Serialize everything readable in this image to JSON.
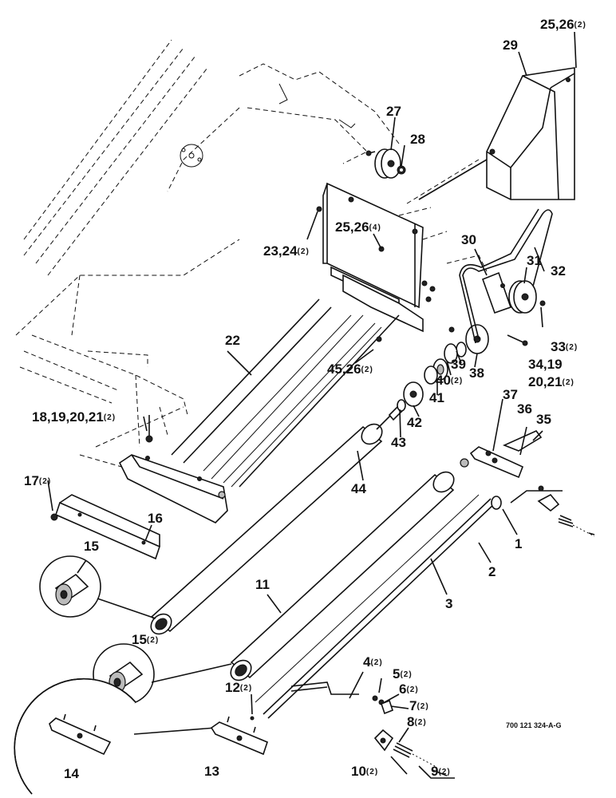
{
  "drawing_code": "700 121 324-A-G",
  "callouts": {
    "c1": {
      "num": "1",
      "qty": ""
    },
    "c2": {
      "num": "2",
      "qty": ""
    },
    "c3": {
      "num": "3",
      "qty": ""
    },
    "c4": {
      "num": "4",
      "qty": "(2)"
    },
    "c5": {
      "num": "5",
      "qty": "(2)"
    },
    "c6": {
      "num": "6",
      "qty": "(2)"
    },
    "c7": {
      "num": "7",
      "qty": "(2)"
    },
    "c8": {
      "num": "8",
      "qty": "(2)"
    },
    "c9": {
      "num": "9",
      "qty": "(2)"
    },
    "c10": {
      "num": "10",
      "qty": "(2)"
    },
    "c11": {
      "num": "11",
      "qty": ""
    },
    "c12": {
      "num": "12",
      "qty": "(2)"
    },
    "c13": {
      "num": "13",
      "qty": ""
    },
    "c14": {
      "num": "14",
      "qty": ""
    },
    "c15a": {
      "num": "15",
      "qty": ""
    },
    "c15b": {
      "num": "15",
      "qty": "(2)"
    },
    "c16": {
      "num": "16",
      "qty": ""
    },
    "c17": {
      "num": "17",
      "qty": "(2)"
    },
    "c18": {
      "num": "18,19,20,21",
      "qty": "(2)"
    },
    "c22": {
      "num": "22",
      "qty": ""
    },
    "c23": {
      "num": "23,24",
      "qty": "(2)"
    },
    "c25a": {
      "num": "25,26",
      "qty": "(2)"
    },
    "c25b": {
      "num": "25,26",
      "qty": "(4)"
    },
    "c27": {
      "num": "27",
      "qty": ""
    },
    "c28": {
      "num": "28",
      "qty": ""
    },
    "c29": {
      "num": "29",
      "qty": ""
    },
    "c30": {
      "num": "30",
      "qty": ""
    },
    "c31": {
      "num": "31",
      "qty": ""
    },
    "c32": {
      "num": "32",
      "qty": ""
    },
    "c33": {
      "num": "33",
      "qty": "(2)"
    },
    "c34a": {
      "num": "34,19",
      "qty": ""
    },
    "c34b": {
      "num": "20,21",
      "qty": "(2)"
    },
    "c35": {
      "num": "35",
      "qty": ""
    },
    "c36": {
      "num": "36",
      "qty": ""
    },
    "c37": {
      "num": "37",
      "qty": ""
    },
    "c38": {
      "num": "38",
      "qty": ""
    },
    "c39": {
      "num": "39",
      "qty": ""
    },
    "c40": {
      "num": "40",
      "qty": "(2)"
    },
    "c41": {
      "num": "41",
      "qty": ""
    },
    "c42": {
      "num": "42",
      "qty": ""
    },
    "c43": {
      "num": "43",
      "qty": ""
    },
    "c44": {
      "num": "44",
      "qty": ""
    },
    "c45": {
      "num": "45,26",
      "qty": "(2)"
    }
  }
}
